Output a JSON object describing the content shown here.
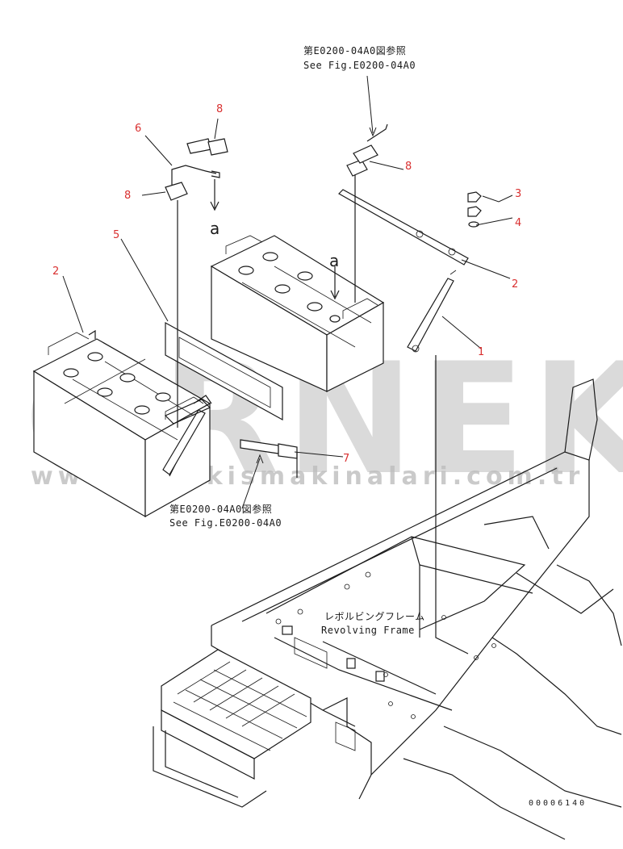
{
  "callouts": {
    "c1": "1",
    "c2a": "2",
    "c2b": "2",
    "c3": "3",
    "c4": "4",
    "c5": "5",
    "c6": "6",
    "c7": "7",
    "c8a": "8",
    "c8b": "8",
    "c8c": "8"
  },
  "references": {
    "top_jp": "第E0200-04A0図参照",
    "top_en": "See Fig.E0200-04A0",
    "bottom_jp": "第E0200-04A0図参照",
    "bottom_en": "See Fig.E0200-04A0"
  },
  "labels": {
    "a_left": "a",
    "a_right": "a",
    "frame_jp": "レボルビングフレーム",
    "frame_en": "Revolving Frame"
  },
  "watermark": {
    "brand": "ORNEK",
    "url": "www.ornekismakinalari.com.tr"
  },
  "drawing_code": "00006140",
  "colors": {
    "callout": "#d93030",
    "line": "#1a1a1a",
    "watermark": "#bdbdbd"
  }
}
